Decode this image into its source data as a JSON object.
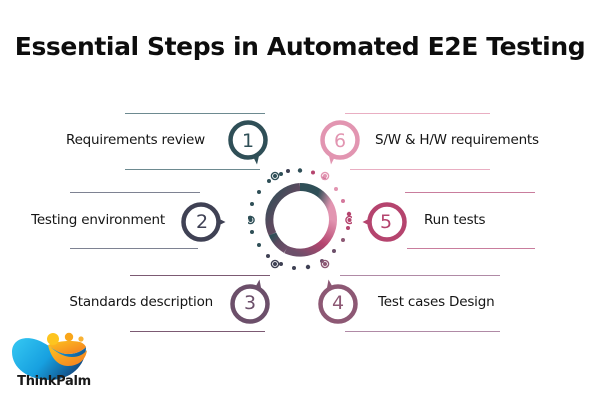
{
  "title": "Essential Steps in Automated E2E Testing",
  "steps": [
    {
      "number": "1",
      "label": "Requirements review",
      "color": "#2f4f57",
      "side": "left"
    },
    {
      "number": "2",
      "label": "Testing environment",
      "color": "#3f4154",
      "side": "left"
    },
    {
      "number": "3",
      "label": "Standards description",
      "color": "#6c4f6a",
      "side": "left"
    },
    {
      "number": "4",
      "label": "Test cases Design",
      "color": "#8d5874",
      "side": "right"
    },
    {
      "number": "5",
      "label": "Run tests",
      "color": "#b5446e",
      "side": "right"
    },
    {
      "number": "6",
      "label": "S/W & H/W requirements",
      "color": "#e295b1",
      "side": "right"
    }
  ],
  "center": {
    "gradient_start": "#2f4f57",
    "gradient_mid": "#e295b1",
    "gradient_end": "#6c4f6a",
    "dot_ring_colors": [
      "#2f4f57",
      "#3f4154",
      "#6c4f6a",
      "#8d5874",
      "#b5446e",
      "#e295b1"
    ]
  },
  "rules": {
    "row1_left_color": "#6d8a90",
    "row1_right_color": "#e9aec2",
    "row2_left_color": "#7e8292",
    "row2_right_color": "#c97d9d",
    "row3_left_color": "#7c5a73",
    "row3_right_color": "#b08aa6"
  },
  "logo": {
    "brand": "ThinkPalm",
    "swoosh_start": "#29b6e8",
    "swoosh_end": "#123a78",
    "crescent_start": "#fbb713",
    "crescent_end": "#f58220",
    "dot_colors": [
      "#fdc41f",
      "#f9a61a",
      "#f9b233"
    ]
  }
}
